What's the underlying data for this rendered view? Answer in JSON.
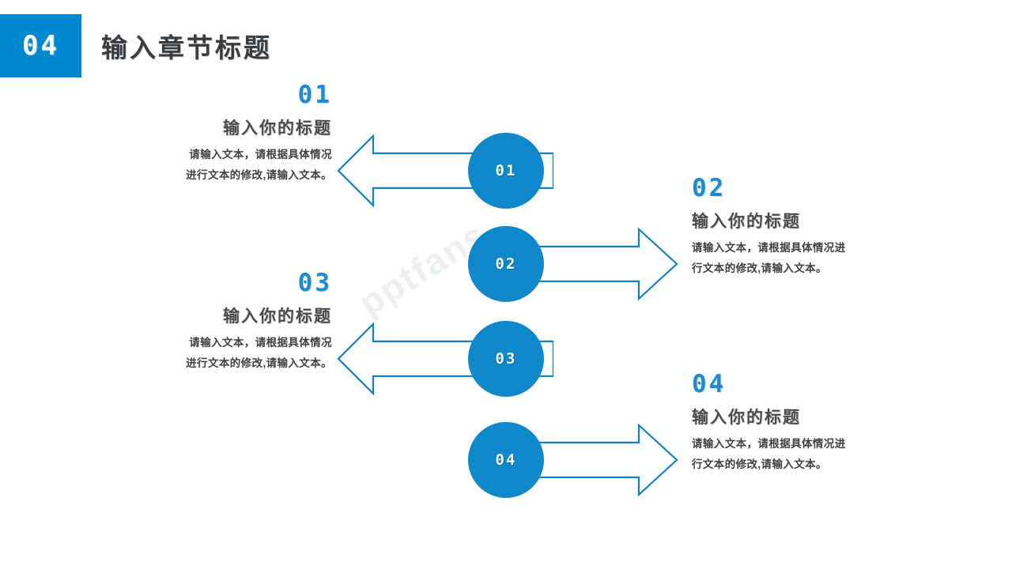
{
  "header": {
    "badge_number": "04",
    "title": "输入章节标题",
    "badge_color": "#0089D0",
    "title_color": "#3C3C3C"
  },
  "watermark": {
    "text": "pptfans"
  },
  "theme": {
    "accent_blue": "#0089D0",
    "circle_blue": "#0E87CB",
    "arrow_stroke": "#1380C6",
    "number_blue": "#1C8BD4",
    "title_gray": "#4A4A4A",
    "body_gray": "#404040"
  },
  "items": [
    {
      "marker": "01",
      "number": "01",
      "title": "输入你的标题",
      "body_line1": "请输入文本，请根据具体情况",
      "body_line2": "进行文本的修改,请输入文本。",
      "direction": "left"
    },
    {
      "marker": "02",
      "number": "02",
      "title": "输入你的标题",
      "body_line1": "请输入文本，请根据具体情况进",
      "body_line2": "行文本的修改,请输入文本。",
      "direction": "right"
    },
    {
      "marker": "03",
      "number": "03",
      "title": "输入你的标题",
      "body_line1": "请输入文本，请根据具体情况",
      "body_line2": "进行文本的修改,请输入文本。",
      "direction": "left"
    },
    {
      "marker": "04",
      "number": "04",
      "title": "输入你的标题",
      "body_line1": "请输入文本，请根据具体情况进",
      "body_line2": "行文本的修改,请输入文本。",
      "direction": "right"
    }
  ]
}
